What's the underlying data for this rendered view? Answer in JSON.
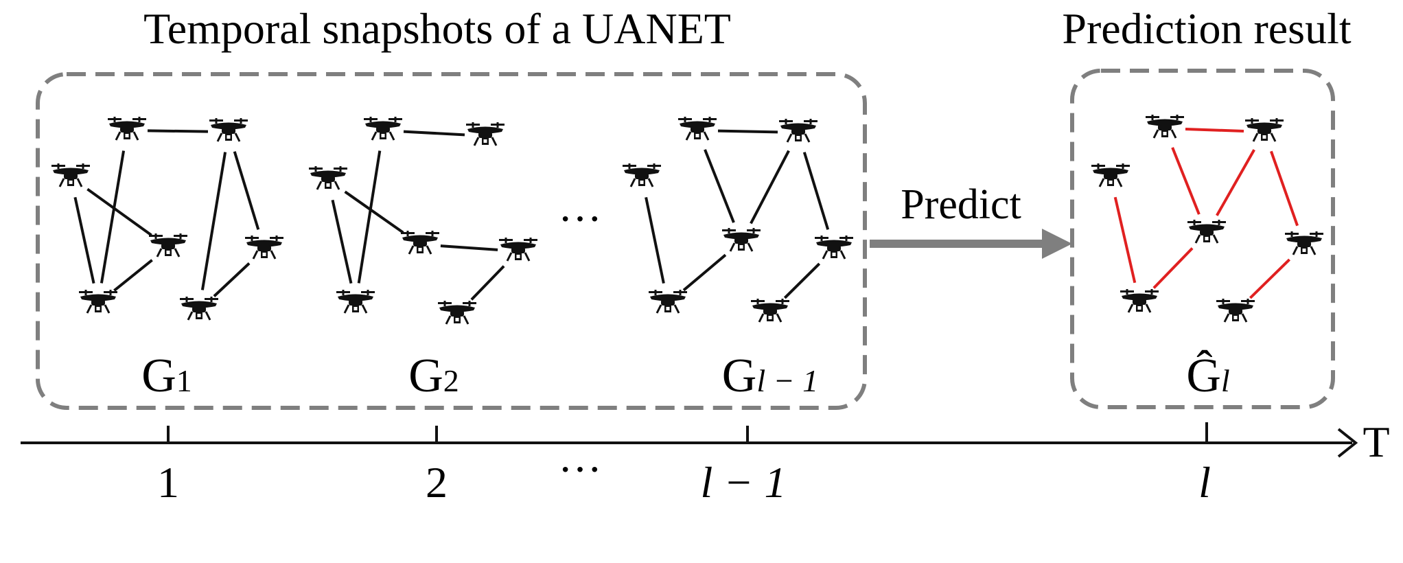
{
  "header": {
    "snapshots_title": "Temporal snapshots of a UANET",
    "prediction_title": "Prediction result"
  },
  "arrow": {
    "label": "Predict"
  },
  "snapshots": {
    "g1": {
      "base": "G",
      "sub": "1"
    },
    "g2": {
      "base": "G",
      "sub": "2"
    },
    "ellipsis": "···",
    "gl1": {
      "base": "G",
      "sub": "l − 1"
    },
    "ghat": {
      "base": "Ĝ",
      "sub": "l"
    }
  },
  "timeline": {
    "axis_label": "T",
    "ticks": [
      "1",
      "2",
      "···",
      "l − 1",
      "l"
    ]
  },
  "colors": {
    "edge": "#111111",
    "predicted_edge": "#e02020",
    "box_border": "#7f7f7f",
    "arrow": "#7f7f7f",
    "drone": "#111111"
  },
  "icons": {
    "node": "drone-icon"
  }
}
